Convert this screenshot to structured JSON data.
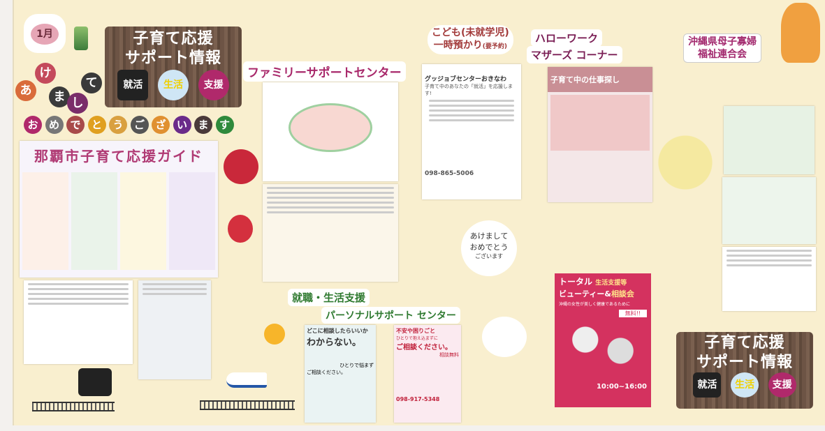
{
  "calendar": {
    "month": "1月"
  },
  "greeting_top": [
    "あ",
    "け",
    "ま",
    "し",
    "て"
  ],
  "greeting_bottom": [
    "お",
    "め",
    "で",
    "と",
    "う",
    "ご",
    "ざ",
    "い",
    "ま",
    "す"
  ],
  "support_sign_top": {
    "line1": "子育て応援",
    "line2": "サポート情報",
    "tags": [
      "就活",
      "生活",
      "支援"
    ]
  },
  "support_sign_bottom": {
    "line1": "子育て応援",
    "line2": "サポート情報",
    "tags": [
      "就活",
      "生活",
      "支援"
    ]
  },
  "guide": {
    "title": "那覇市子育て応援ガイド"
  },
  "family_support": {
    "title": "ファミリーサポートセンター"
  },
  "kodomo": {
    "line1": "こども(未就学児)",
    "line2": "一時預かり",
    "note": "(要予約)",
    "poster_title": "グッジョブセンターおきなわ",
    "poster_sub": "子育て中のあなたの「就活」を応援します!",
    "phone": "098-865-5006"
  },
  "hellowork": {
    "line1": "ハローワーク",
    "line2a": "マザーズ",
    "line2b": "コーナー",
    "poster_title": "子育て中の仕事探し"
  },
  "okinawa": {
    "line1": "沖縄県母子寡婦",
    "line2": "福祉連合会"
  },
  "new_year_note": {
    "line1": "あけまして",
    "line2": "おめでとう",
    "line3": "ございます"
  },
  "personal_support": {
    "line1": "就職・生活支援",
    "line2a": "パーソナルサポート",
    "line2b": "センター"
  },
  "poster_left": {
    "line1": "どこに相談したらいいか",
    "line2": "わからない。",
    "bubble1": "ひとりで悩まず",
    "bubble2": "ご相談ください。"
  },
  "poster_right": {
    "line1": "不安や困りごと",
    "line2": "ひとりで抱え込まずに",
    "line3": "ご相談ください。",
    "badge": "相談無料",
    "phone": "098-917-5348"
  },
  "beauty": {
    "title1": "トータル",
    "title2": "ビューティー&",
    "title3": "生活支援等",
    "title4": "相談会",
    "subtitle": "沖縄の女性が美しく健康であるために",
    "free": "無料!!",
    "hours": "10:00~16:00"
  },
  "colors": {
    "board": "#f9efcf",
    "magenta": "#b0296b",
    "green": "#2f8a3c",
    "wood": "#6d5445"
  }
}
